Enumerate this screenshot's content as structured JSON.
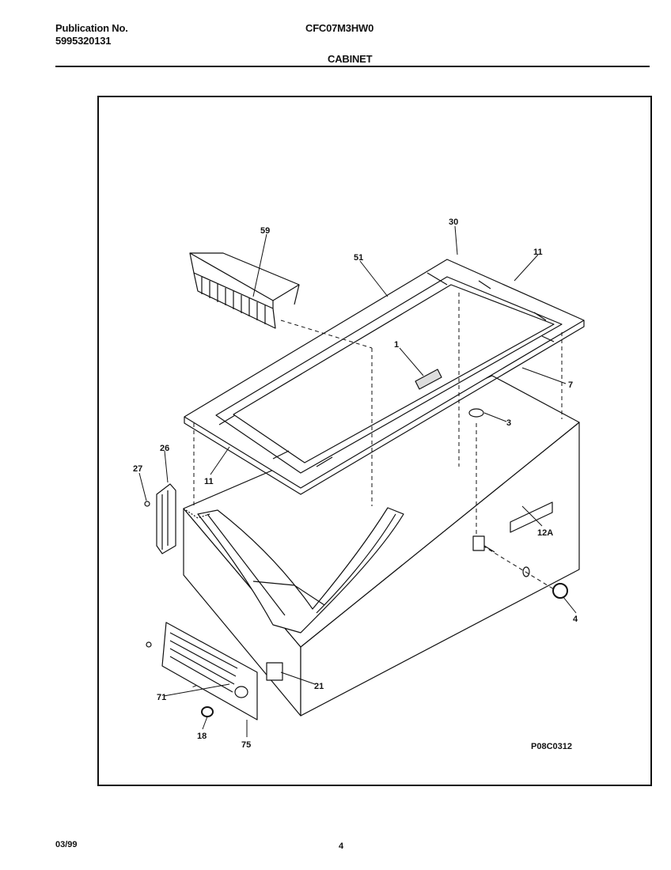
{
  "header": {
    "publication_label": "Publication No.",
    "publication_number": "5995320131",
    "model": "CFC07M3HW0",
    "section": "CABINET"
  },
  "diagram": {
    "drawing_id": "P08C0312",
    "callouts": {
      "c59": "59",
      "c30": "30",
      "c51": "51",
      "c11a": "11",
      "c1": "1",
      "c7": "7",
      "c3": "3",
      "c26": "26",
      "c27": "27",
      "c11b": "11",
      "c12a": "12A",
      "c4": "4",
      "c21": "21",
      "c71": "71",
      "c18": "18",
      "c75": "75"
    }
  },
  "footer": {
    "date": "03/99",
    "page": "4"
  }
}
